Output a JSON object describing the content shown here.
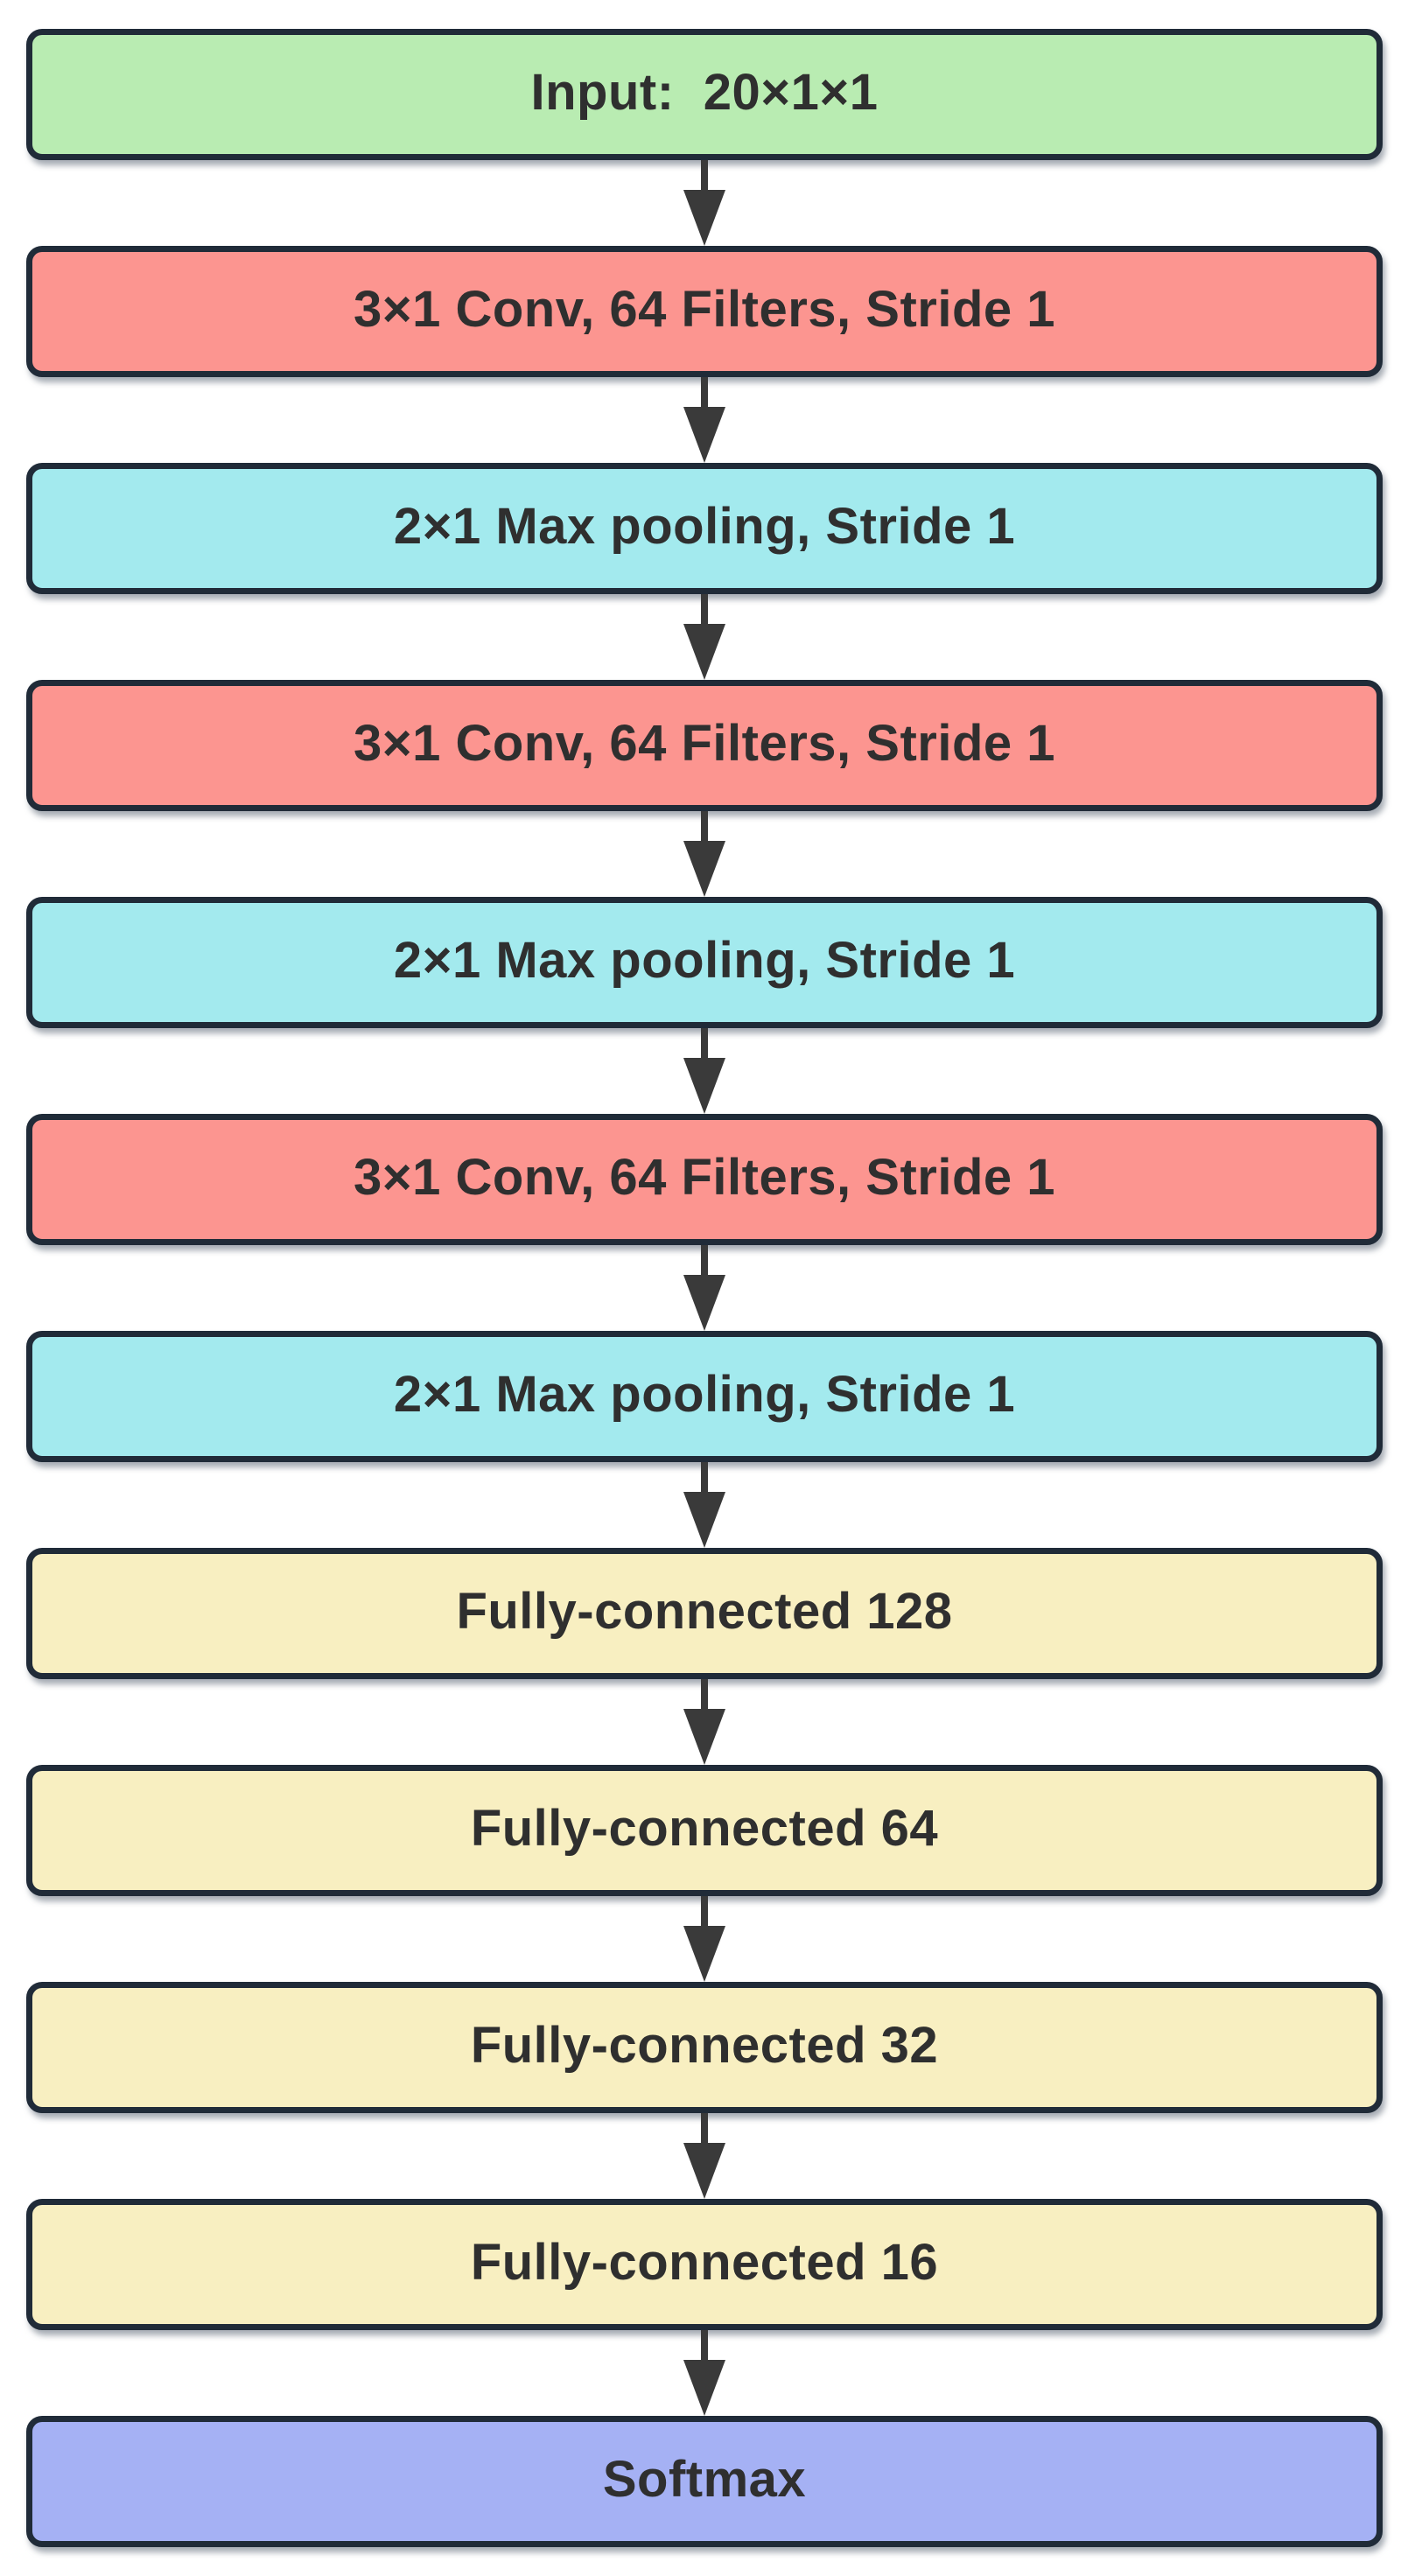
{
  "diagram": {
    "type": "flowchart",
    "direction": "top-down",
    "background_color": "#ffffff",
    "border_color": "#202b38",
    "arrow_color": "#3a3a3a",
    "text_color": "#2f2f2f",
    "node_colors": {
      "input": "#b9ecb2",
      "conv": "#fc9590",
      "pool": "#a3eaee",
      "fc": "#f8efc1",
      "softmax": "#a5b1f4"
    },
    "nodes": [
      {
        "id": "input",
        "type": "input",
        "label": "Input:  20×1×1"
      },
      {
        "id": "conv1",
        "type": "conv",
        "label": "3×1 Conv, 64 Filters, Stride 1"
      },
      {
        "id": "pool1",
        "type": "pool",
        "label": "2×1 Max pooling, Stride 1"
      },
      {
        "id": "conv2",
        "type": "conv",
        "label": "3×1 Conv, 64 Filters, Stride 1"
      },
      {
        "id": "pool2",
        "type": "pool",
        "label": "2×1 Max pooling, Stride 1"
      },
      {
        "id": "conv3",
        "type": "conv",
        "label": "3×1 Conv, 64 Filters, Stride 1"
      },
      {
        "id": "pool3",
        "type": "pool",
        "label": "2×1 Max pooling, Stride 1"
      },
      {
        "id": "fc128",
        "type": "fc",
        "label": "Fully-connected 128"
      },
      {
        "id": "fc64",
        "type": "fc",
        "label": "Fully-connected 64"
      },
      {
        "id": "fc32",
        "type": "fc",
        "label": "Fully-connected 32"
      },
      {
        "id": "fc16",
        "type": "fc",
        "label": "Fully-connected 16"
      },
      {
        "id": "softmax",
        "type": "softmax",
        "label": "Softmax"
      }
    ],
    "edges": [
      {
        "from": "input",
        "to": "conv1"
      },
      {
        "from": "conv1",
        "to": "pool1"
      },
      {
        "from": "pool1",
        "to": "conv2"
      },
      {
        "from": "conv2",
        "to": "pool2"
      },
      {
        "from": "pool2",
        "to": "conv3"
      },
      {
        "from": "conv3",
        "to": "pool3"
      },
      {
        "from": "pool3",
        "to": "fc128"
      },
      {
        "from": "fc128",
        "to": "fc64"
      },
      {
        "from": "fc64",
        "to": "fc32"
      },
      {
        "from": "fc32",
        "to": "fc16"
      },
      {
        "from": "fc16",
        "to": "softmax"
      }
    ]
  }
}
